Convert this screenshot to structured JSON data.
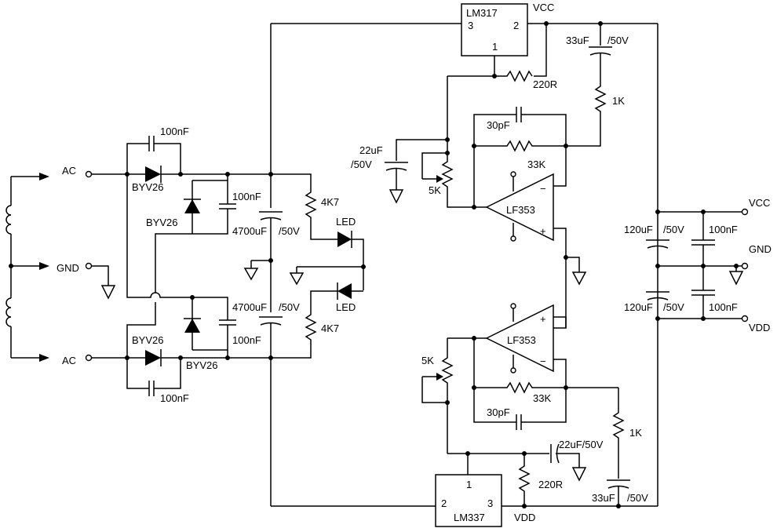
{
  "labels": {
    "ac_top": "AC",
    "ac_bottom": "AC",
    "gnd_in": "GND",
    "vcc_top": "VCC",
    "vcc_out": "VCC",
    "gnd_out": "GND",
    "vdd_out": "VDD",
    "vdd_bottom": "VDD",
    "lm317": "LM317",
    "lm337": "LM337",
    "lm317_pin3": "3",
    "lm317_pin2": "2",
    "lm317_pin1": "1",
    "lm337_pin1": "1",
    "lm337_pin2": "2",
    "lm337_pin3": "3",
    "d_top": "BYV26",
    "d_mid_top": "BYV26",
    "d_mid_bottom": "BYV26",
    "d_bottom": "BYV26",
    "c_bridge_top": "100nF",
    "c_bridge_bottom": "100nF",
    "c_diode_top": "100nF",
    "c_diode_bottom": "100nF",
    "c_bulk_top_a": "4700uF",
    "c_bulk_top_b": "/50V",
    "c_bulk_bottom_a": "4700uF",
    "c_bulk_bottom_b": "/50V",
    "r_led_top": "4K7",
    "r_led_bottom": "4K7",
    "led_top": "LED",
    "led_bottom": "LED",
    "c_adj_top_a": "22uF",
    "c_adj_top_b": "/50V",
    "pot_top": "5K",
    "pot_bottom": "5K",
    "r220_top": "220R",
    "r220_bottom": "220R",
    "c33_top": "33uF",
    "c33_top_b": "/50V",
    "c33_bottom": "33uF",
    "c33_bottom_b": "/50V",
    "r1k_top": "1K",
    "r1k_bottom": "1K",
    "c30_top": "30pF",
    "c30_bottom": "30pF",
    "r33k_top": "33K",
    "r33k_bottom": "33K",
    "opamp_top": "LF353",
    "opamp_bottom": "LF353",
    "opamp_top_minus": "−",
    "opamp_top_plus": "+",
    "opamp_bottom_plus": "+",
    "opamp_bottom_minus": "−",
    "c22_bottom": "22uF/50V",
    "c120_top_a": "120uF",
    "c120_top_b": "/50V",
    "c120_bottom_a": "120uF",
    "c120_bottom_b": "/50V",
    "c100_out_top": "100nF",
    "c100_out_bottom": "100nF"
  }
}
